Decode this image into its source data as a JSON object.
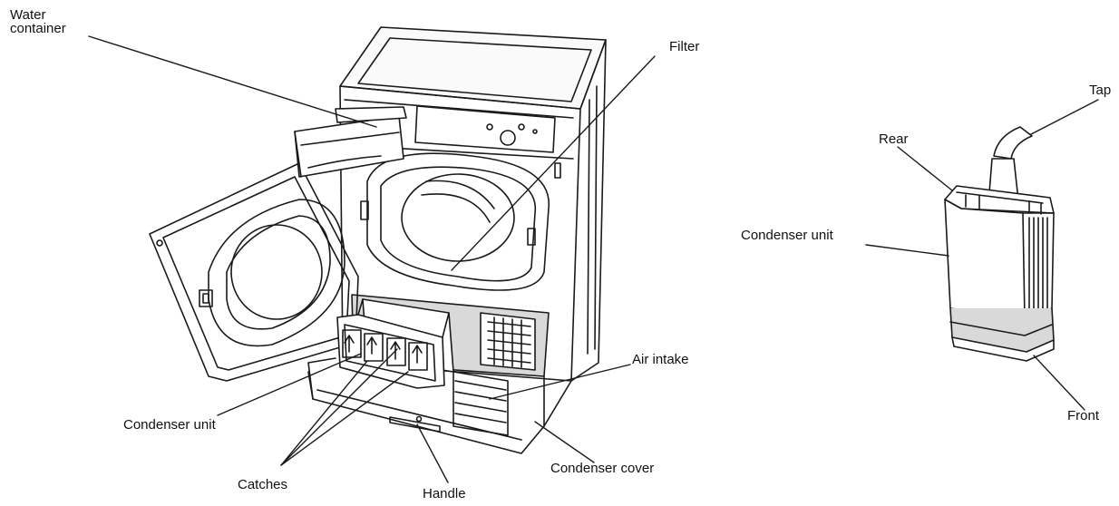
{
  "labels": {
    "water_container_line1": "Water",
    "water_container_line2": "container",
    "filter": "Filter",
    "air_intake": "Air intake",
    "condenser_unit_left": "Condenser unit",
    "catches": "Catches",
    "handle": "Handle",
    "condenser_cover": "Condenser cover",
    "tap": "Tap",
    "rear": "Rear",
    "condenser_unit_right": "Condenser unit",
    "front": "Front"
  },
  "colors": {
    "line": "#1a1a1a",
    "shade": "#d9d9d9",
    "background": "#ffffff"
  },
  "icons": [
    "arrow-up-icon"
  ]
}
